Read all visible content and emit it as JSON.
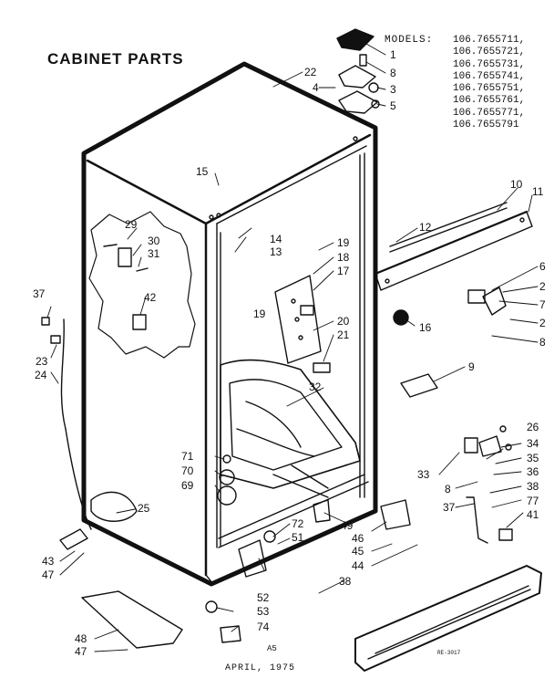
{
  "title": "CABINET PARTS",
  "models": {
    "label": "MODELS:",
    "numbers": [
      "106.7655711,",
      "106.7655721,",
      "106.7655731,",
      "106.7655741,",
      "106.7655751,",
      "106.7655761,",
      "106.7655771,",
      "106.7655791"
    ]
  },
  "callouts": {
    "c1": "1",
    "c2a": "2",
    "c2b": "2",
    "c3": "3",
    "c4": "4",
    "c5": "5",
    "c6": "6",
    "c7": "7",
    "c8a": "8",
    "c8b": "8",
    "c8c": "8",
    "c9": "9",
    "c10": "10",
    "c11": "11",
    "c12": "12",
    "c13": "13",
    "c14": "14",
    "c15": "15",
    "c16": "16",
    "c17": "17",
    "c18": "18",
    "c19a": "19",
    "c19b": "19",
    "c20": "20",
    "c21": "21",
    "c22": "22",
    "c23": "23",
    "c24": "24",
    "c25": "25",
    "c26": "26",
    "c29": "29",
    "c30": "30",
    "c31": "31",
    "c32": "32",
    "c33": "33",
    "c34": "34",
    "c35": "35",
    "c36": "36",
    "c37a": "37",
    "c37b": "37",
    "c38a": "38",
    "c38b": "38",
    "c41": "41",
    "c42": "42",
    "c43": "43",
    "c44": "44",
    "c45": "45",
    "c46": "46",
    "c47a": "47",
    "c47b": "47",
    "c48": "48",
    "c49": "49",
    "c51": "51",
    "c52": "52",
    "c53": "53",
    "c69": "69",
    "c70": "70",
    "c71": "71",
    "c72": "72",
    "c74": "74",
    "c77": "77"
  },
  "footer": {
    "page": "A5",
    "date": "APRIL, 1975",
    "code": "RE-3017"
  }
}
